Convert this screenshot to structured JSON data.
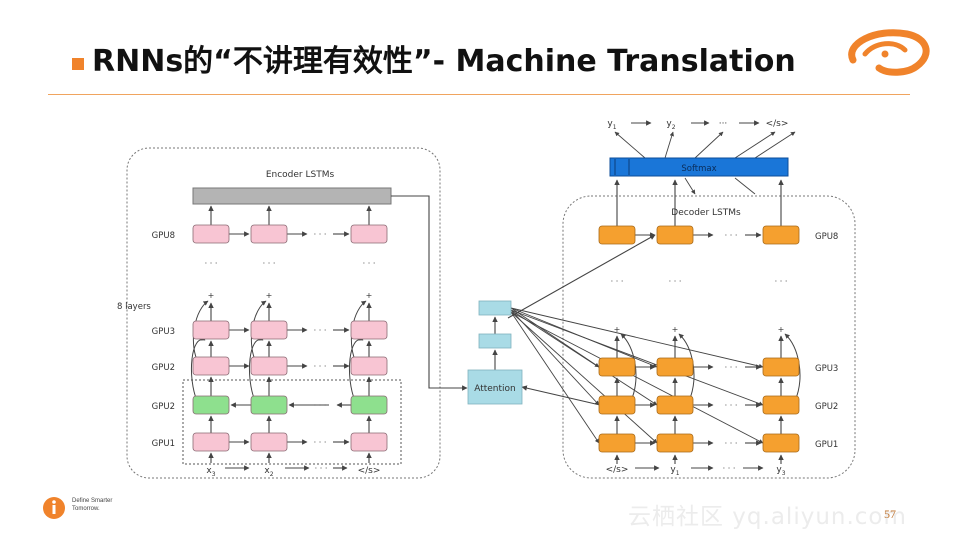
{
  "slide": {
    "title": "RNNs的“不讲理有效性”- Machine Translation",
    "page_number": "57"
  },
  "diagram": {
    "encoder_title": "Encoder LSTMs",
    "decoder_title": "Decoder LSTMs",
    "layers_label": "8 layers",
    "attention_label": "Attention",
    "softmax_label": "Softmax",
    "encoder_rows": [
      "GPU8",
      "GPU3",
      "GPU2",
      "GPU2",
      "GPU1"
    ],
    "decoder_rows": [
      "GPU8",
      "GPU3",
      "GPU2",
      "GPU1"
    ],
    "encoder_inputs": [
      "x",
      "x",
      "</s>"
    ],
    "encoder_input_subs": [
      "3",
      "2",
      ""
    ],
    "decoder_inputs": [
      "</s>",
      "y",
      "y"
    ],
    "decoder_input_subs": [
      "",
      "1",
      "3"
    ],
    "outputs": [
      "y",
      "y",
      "···",
      "</s>"
    ],
    "output_subs": [
      "1",
      "2",
      "",
      ""
    ],
    "ellipsis": "· · ·",
    "colors": {
      "encoder_cell": "#f8c5d3",
      "bidirectional_cell": "#8ee08e",
      "decoder_cell": "#f5a02f",
      "attention": "#a9dbe6",
      "softmax": "#1a76d8",
      "encoder_top": "#b4b4b4",
      "accent": "#f0832b"
    }
  },
  "footer": {
    "brand_line1": "Define Smarter",
    "brand_line2": "Tomorrow.",
    "watermark": "云栖社区 yq.aliyun.com"
  }
}
